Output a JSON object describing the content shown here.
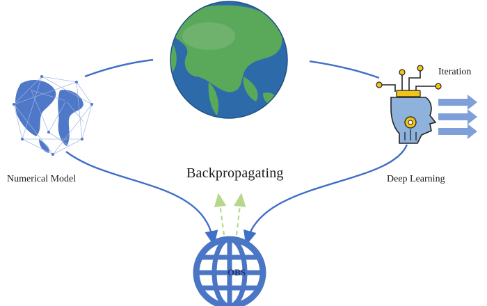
{
  "labels": {
    "numerical_model": "Numerical Model",
    "deep_learning": "Deep Learning",
    "iteration": "Iteration",
    "backpropagating": "Backpropagating",
    "obs": "OBS"
  },
  "icons": {
    "center": "earth-globe-icon",
    "left": "wireframe-globe-icon",
    "right": "ai-head-icon",
    "bottom": "grid-globe-icon"
  },
  "colors": {
    "connector_blue": "#3f6fc6",
    "backprop_green": "#b7d88b",
    "ocean": "#2d6aa9",
    "land": "#5aa85a",
    "obs_globe": "#4a76c5",
    "ai_body": "#8fb2dc",
    "ai_gold": "#f0c419",
    "arrow_blue": "#7e9fd8"
  }
}
